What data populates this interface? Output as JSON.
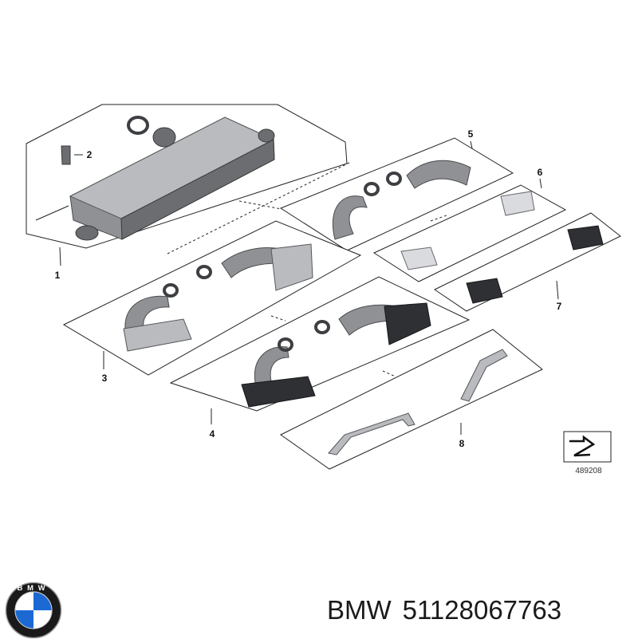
{
  "callouts": [
    "1",
    "2",
    "3",
    "4",
    "5",
    "6",
    "7",
    "8"
  ],
  "reference_number": "489208",
  "caption": {
    "brand": "BMW",
    "part_number": "51128067763"
  },
  "logo": {
    "letters": "BMW",
    "colors": {
      "blue": "#1c69d4",
      "white": "#ffffff",
      "ring": "#1a1a1a"
    }
  }
}
